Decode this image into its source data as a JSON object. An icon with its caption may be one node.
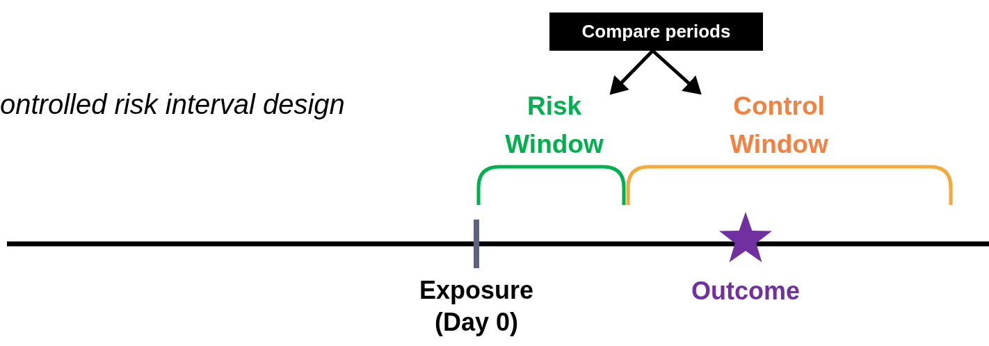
{
  "diagram": {
    "nodes": [
      {
        "text": [
          "Compare periods"
        ]
      },
      {
        "text": [
          "Risk Window"
        ]
      },
      {
        "text": [
          "Control Window"
        ]
      }
    ],
    "edges": [
      {
        "from": 0,
        "to": 1,
        "arrow": "to"
      },
      {
        "from": 0,
        "to": 2,
        "arrow": "to"
      }
    ],
    "labels": [
      "ontrolled risk interval design",
      "Exposure (Day 0)",
      "Outcome"
    ]
  }
}
